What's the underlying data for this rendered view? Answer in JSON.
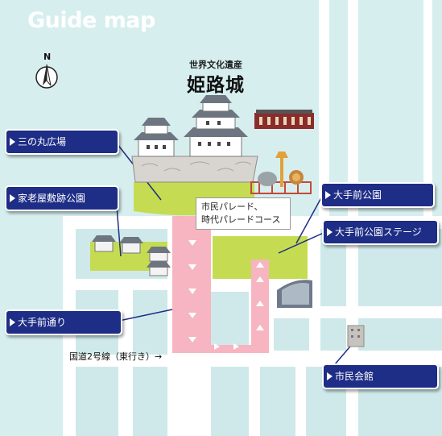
{
  "header": {
    "title": "Guide map"
  },
  "compass": {
    "label": "N"
  },
  "castle": {
    "subtitle": "世界文化遺産",
    "name": "姫路城"
  },
  "callouts": {
    "sannomaru": "三の丸広場",
    "karoyashiki": "家老屋敷跡公園",
    "otemae_dori": "大手前通り",
    "otemae_park": "大手前公園",
    "otemae_stage": "大手前公園ステージ",
    "shimin_kaikan": "市民会館"
  },
  "parade_label": {
    "line1": "市民パレード、",
    "line2": "時代パレードコース"
  },
  "route_label": "国道2号線（東行き）→",
  "colors": {
    "water": "#d7eeee",
    "block": "#cfe9ea",
    "road": "#ffffff",
    "park": "#c5dc52",
    "parade": "#f6b5c0",
    "callout_bg": "#1e2d85"
  }
}
